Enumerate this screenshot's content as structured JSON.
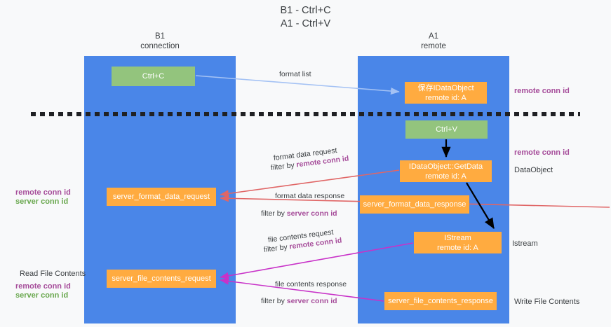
{
  "title": {
    "line1": "B1 - Ctrl+C",
    "line2": "A1 - Ctrl+V"
  },
  "colors": {
    "lane": "#4a86e8",
    "node_green": "#93c47d",
    "node_orange": "#ffab40",
    "remote_conn_id": "#a64d9a",
    "server_conn_id": "#6aa84f",
    "arrow_format_list": "#a4c2f4",
    "arrow_format_data": "#e06666",
    "arrow_file_contents": "#c832c8",
    "arrow_black": "#000000",
    "background": "#f8f9fa"
  },
  "lanes": [
    {
      "id": "b1",
      "name": "B1",
      "role": "connection"
    },
    {
      "id": "a1",
      "name": "A1",
      "role": "remote"
    }
  ],
  "nodes": {
    "ctrl_c": {
      "line1": "Ctrl+C",
      "line2": ""
    },
    "ctrl_v": {
      "line1": "Ctrl+V",
      "line2": ""
    },
    "data_object": {
      "line1": "保存IDataObject",
      "line2": "remote id: A"
    },
    "get_data": {
      "line1": "IDataObject::GetData",
      "line2": "remote id: A"
    },
    "server_format_data_request": {
      "line1": "server_format_data_request",
      "line2": ""
    },
    "server_format_data_response": {
      "line1": "server_format_data_response",
      "line2": ""
    },
    "istream": {
      "line1": "IStream",
      "line2": "remote id: A"
    },
    "server_file_contents_request": {
      "line1": "server_file_contents_request",
      "line2": ""
    },
    "server_file_contents_response": {
      "line1": "server_file_contents_response",
      "line2": ""
    }
  },
  "edge_labels": {
    "format_list": "format list",
    "format_data_request": "format data request",
    "format_data_request_filter_prefix": "filter by ",
    "format_data_request_filter_key": "remote conn id",
    "format_data_response": "format data response",
    "format_data_response_filter_prefix": "filter by ",
    "format_data_response_filter_key": "server conn id",
    "file_contents_request": "file contents request",
    "file_contents_request_filter_prefix": "filter by ",
    "file_contents_request_filter_key": "remote conn id",
    "file_contents_response": "file contents response",
    "file_contents_response_filter_prefix": "filter by ",
    "file_contents_response_filter_key": "server conn id"
  },
  "annotations": {
    "remote_conn_id_top": "remote conn id",
    "remote_conn_id_mid": "remote conn id",
    "data_object": "DataObject",
    "istream": "Istream",
    "write_file_contents": "Write File Contents",
    "read_file_contents": "Read File Contents",
    "left_mid_remote": "remote conn id",
    "left_mid_server": "server conn id",
    "left_bottom_remote": "remote conn id",
    "left_bottom_server": "server conn id"
  }
}
